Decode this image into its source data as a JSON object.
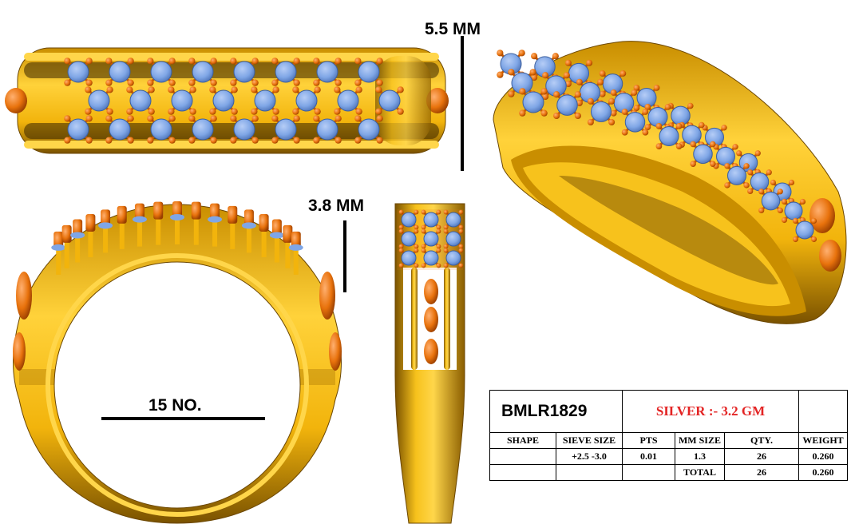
{
  "dimensions": {
    "height_top": "5.5 MM",
    "height_side": "3.8 MM",
    "ring_size": "15 NO."
  },
  "spec_table": {
    "design_code": "BMLR1829",
    "metal_weight": "SILVER :- 3.2  GM",
    "headers": [
      "SHAPE",
      "SIEVE SIZE",
      "PTS",
      "MM SIZE",
      "QTY.",
      "WEIGHT"
    ],
    "rows": [
      [
        "",
        "+2.5 -3.0",
        "0.01",
        "1.3",
        "26",
        "0.260"
      ],
      [
        "",
        "",
        "",
        "TOTAL",
        "26",
        "0.260"
      ]
    ]
  },
  "colors": {
    "gold": "#f2b40c",
    "gold_dark": "#9a6a00",
    "prong": "#e8720c",
    "stone": "#7fa6e6",
    "background": "#ffffff"
  }
}
